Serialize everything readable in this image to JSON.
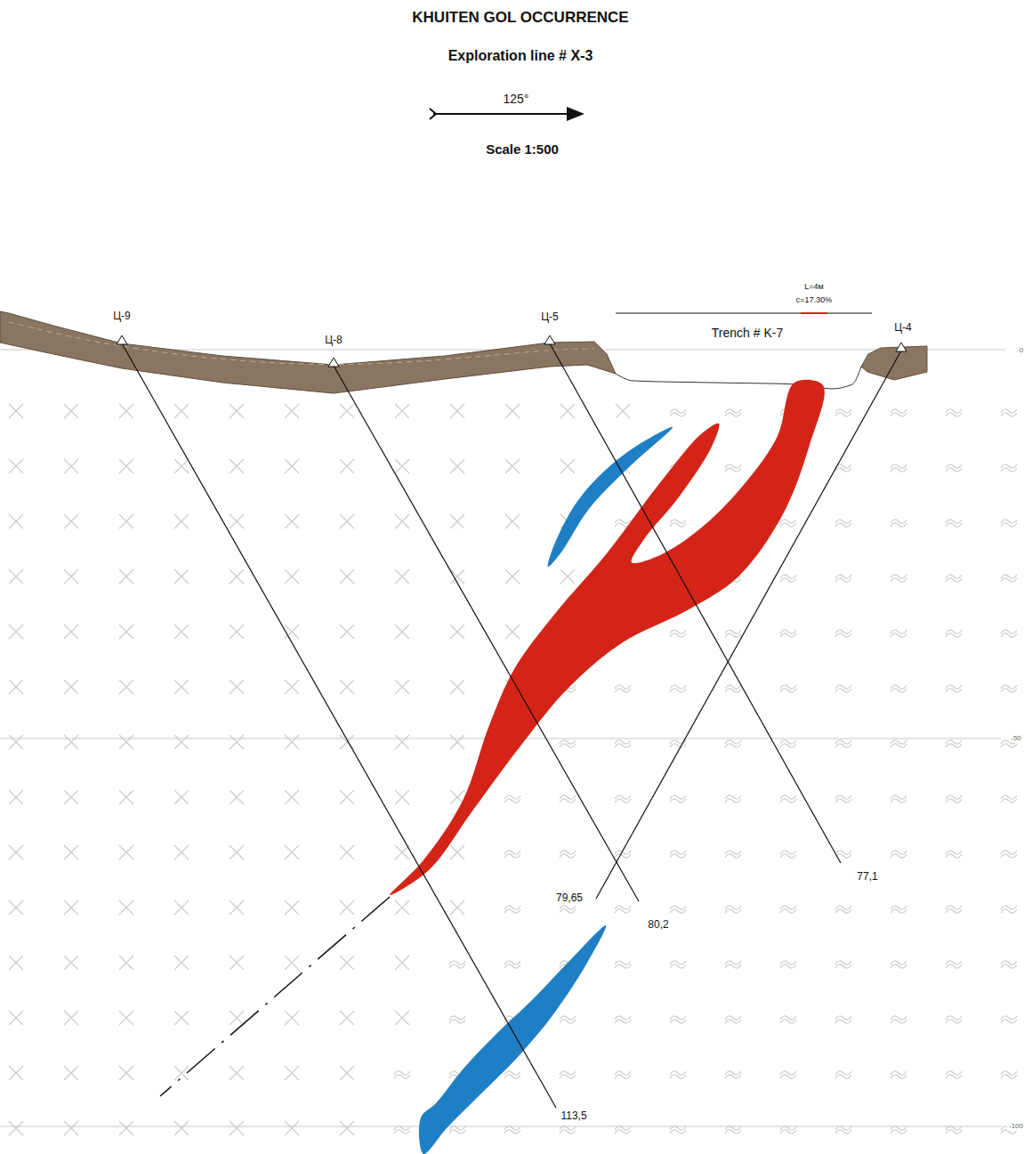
{
  "diagram": {
    "title": "KHUITEN GOL OCCURRENCE",
    "labels": [
      "Exploration line # X-3",
      "125°",
      "Scale 1:500",
      "Ц-9",
      "Ц-8",
      "Ц-5",
      "L=4м",
      "c=17.30%",
      "Trench # K-7",
      "Ц-4",
      "0",
      "-50",
      "77,1",
      "79,65",
      "80,2",
      "113,5",
      "-100"
    ]
  }
}
